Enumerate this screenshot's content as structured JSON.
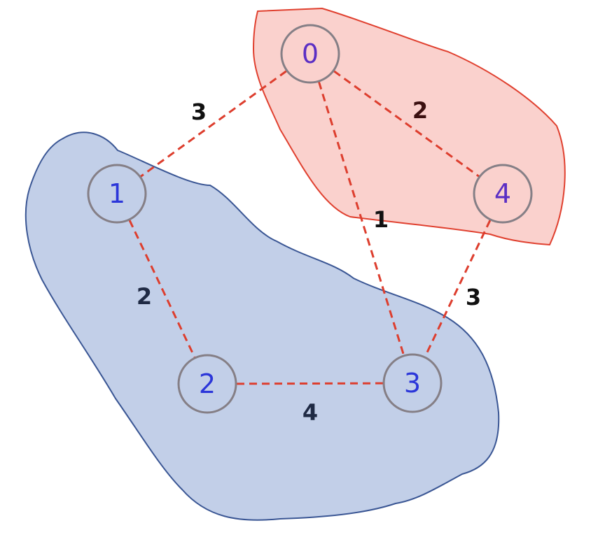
{
  "colors": {
    "red_region_fill": "#fad1cd",
    "red_region_stroke": "#e0402f",
    "blue_region_fill": "#c2cfe8",
    "blue_region_stroke": "#3a5694",
    "node_stroke": "#857f86",
    "node_label_blue": "#2b36d9",
    "node_label_purple": "#5b2fc4",
    "edge_stroke": "#dd3e2e",
    "edge_label_black": "#111111",
    "edge_label_dark_red": "#3b1010",
    "edge_label_navy": "#1f2a44"
  },
  "nodes": [
    {
      "id": "0",
      "label": "0"
    },
    {
      "id": "1",
      "label": "1"
    },
    {
      "id": "2",
      "label": "2"
    },
    {
      "id": "3",
      "label": "3"
    },
    {
      "id": "4",
      "label": "4"
    }
  ],
  "edges": [
    {
      "from": "0",
      "to": "1",
      "weight": "3"
    },
    {
      "from": "0",
      "to": "4",
      "weight": "2"
    },
    {
      "from": "0",
      "to": "3",
      "weight": "1"
    },
    {
      "from": "1",
      "to": "2",
      "weight": "2"
    },
    {
      "from": "2",
      "to": "3",
      "weight": "4"
    },
    {
      "from": "4",
      "to": "3",
      "weight": "3"
    }
  ]
}
